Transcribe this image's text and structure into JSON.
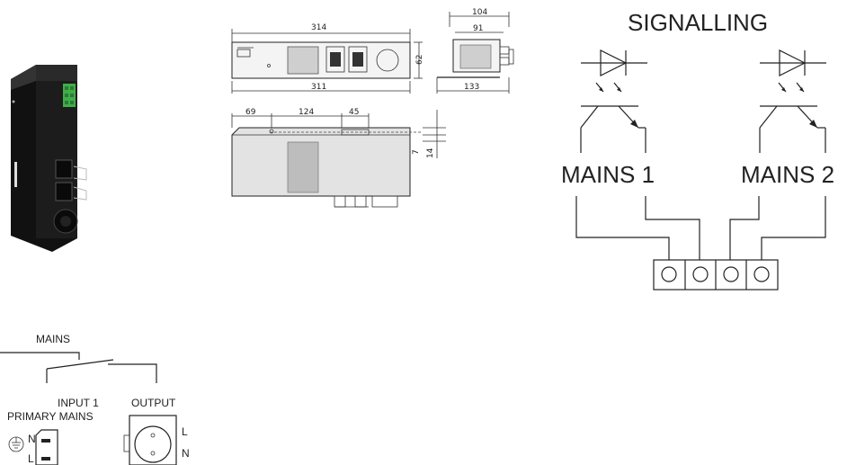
{
  "dimensions": {
    "top_width": "314",
    "bottom_width": "311",
    "height": "62",
    "side_width_outer": "104",
    "side_width_inner": "91",
    "side_depth": "133",
    "offset_1": "69",
    "offset_2": "124",
    "offset_3": "45",
    "v_1": "7",
    "v_2": "14"
  },
  "signalling": {
    "title": "SIGNALLING",
    "label_1": "MAINS 1",
    "label_2": "MAINS 2"
  },
  "mains_diagram": {
    "title": "MAINS",
    "input_label_1": "INPUT 1",
    "input_label_2": "PRIMARY MAINS",
    "output_label": "OUTPUT",
    "pin_n": "N",
    "pin_l": "L",
    "pin_l_out": "L",
    "pin_n_out": "N"
  },
  "colors": {
    "line": "#222222",
    "device_body": "#1c1c1c",
    "terminal_green": "#3fae49",
    "housing_fill": "#e3e3e3"
  }
}
